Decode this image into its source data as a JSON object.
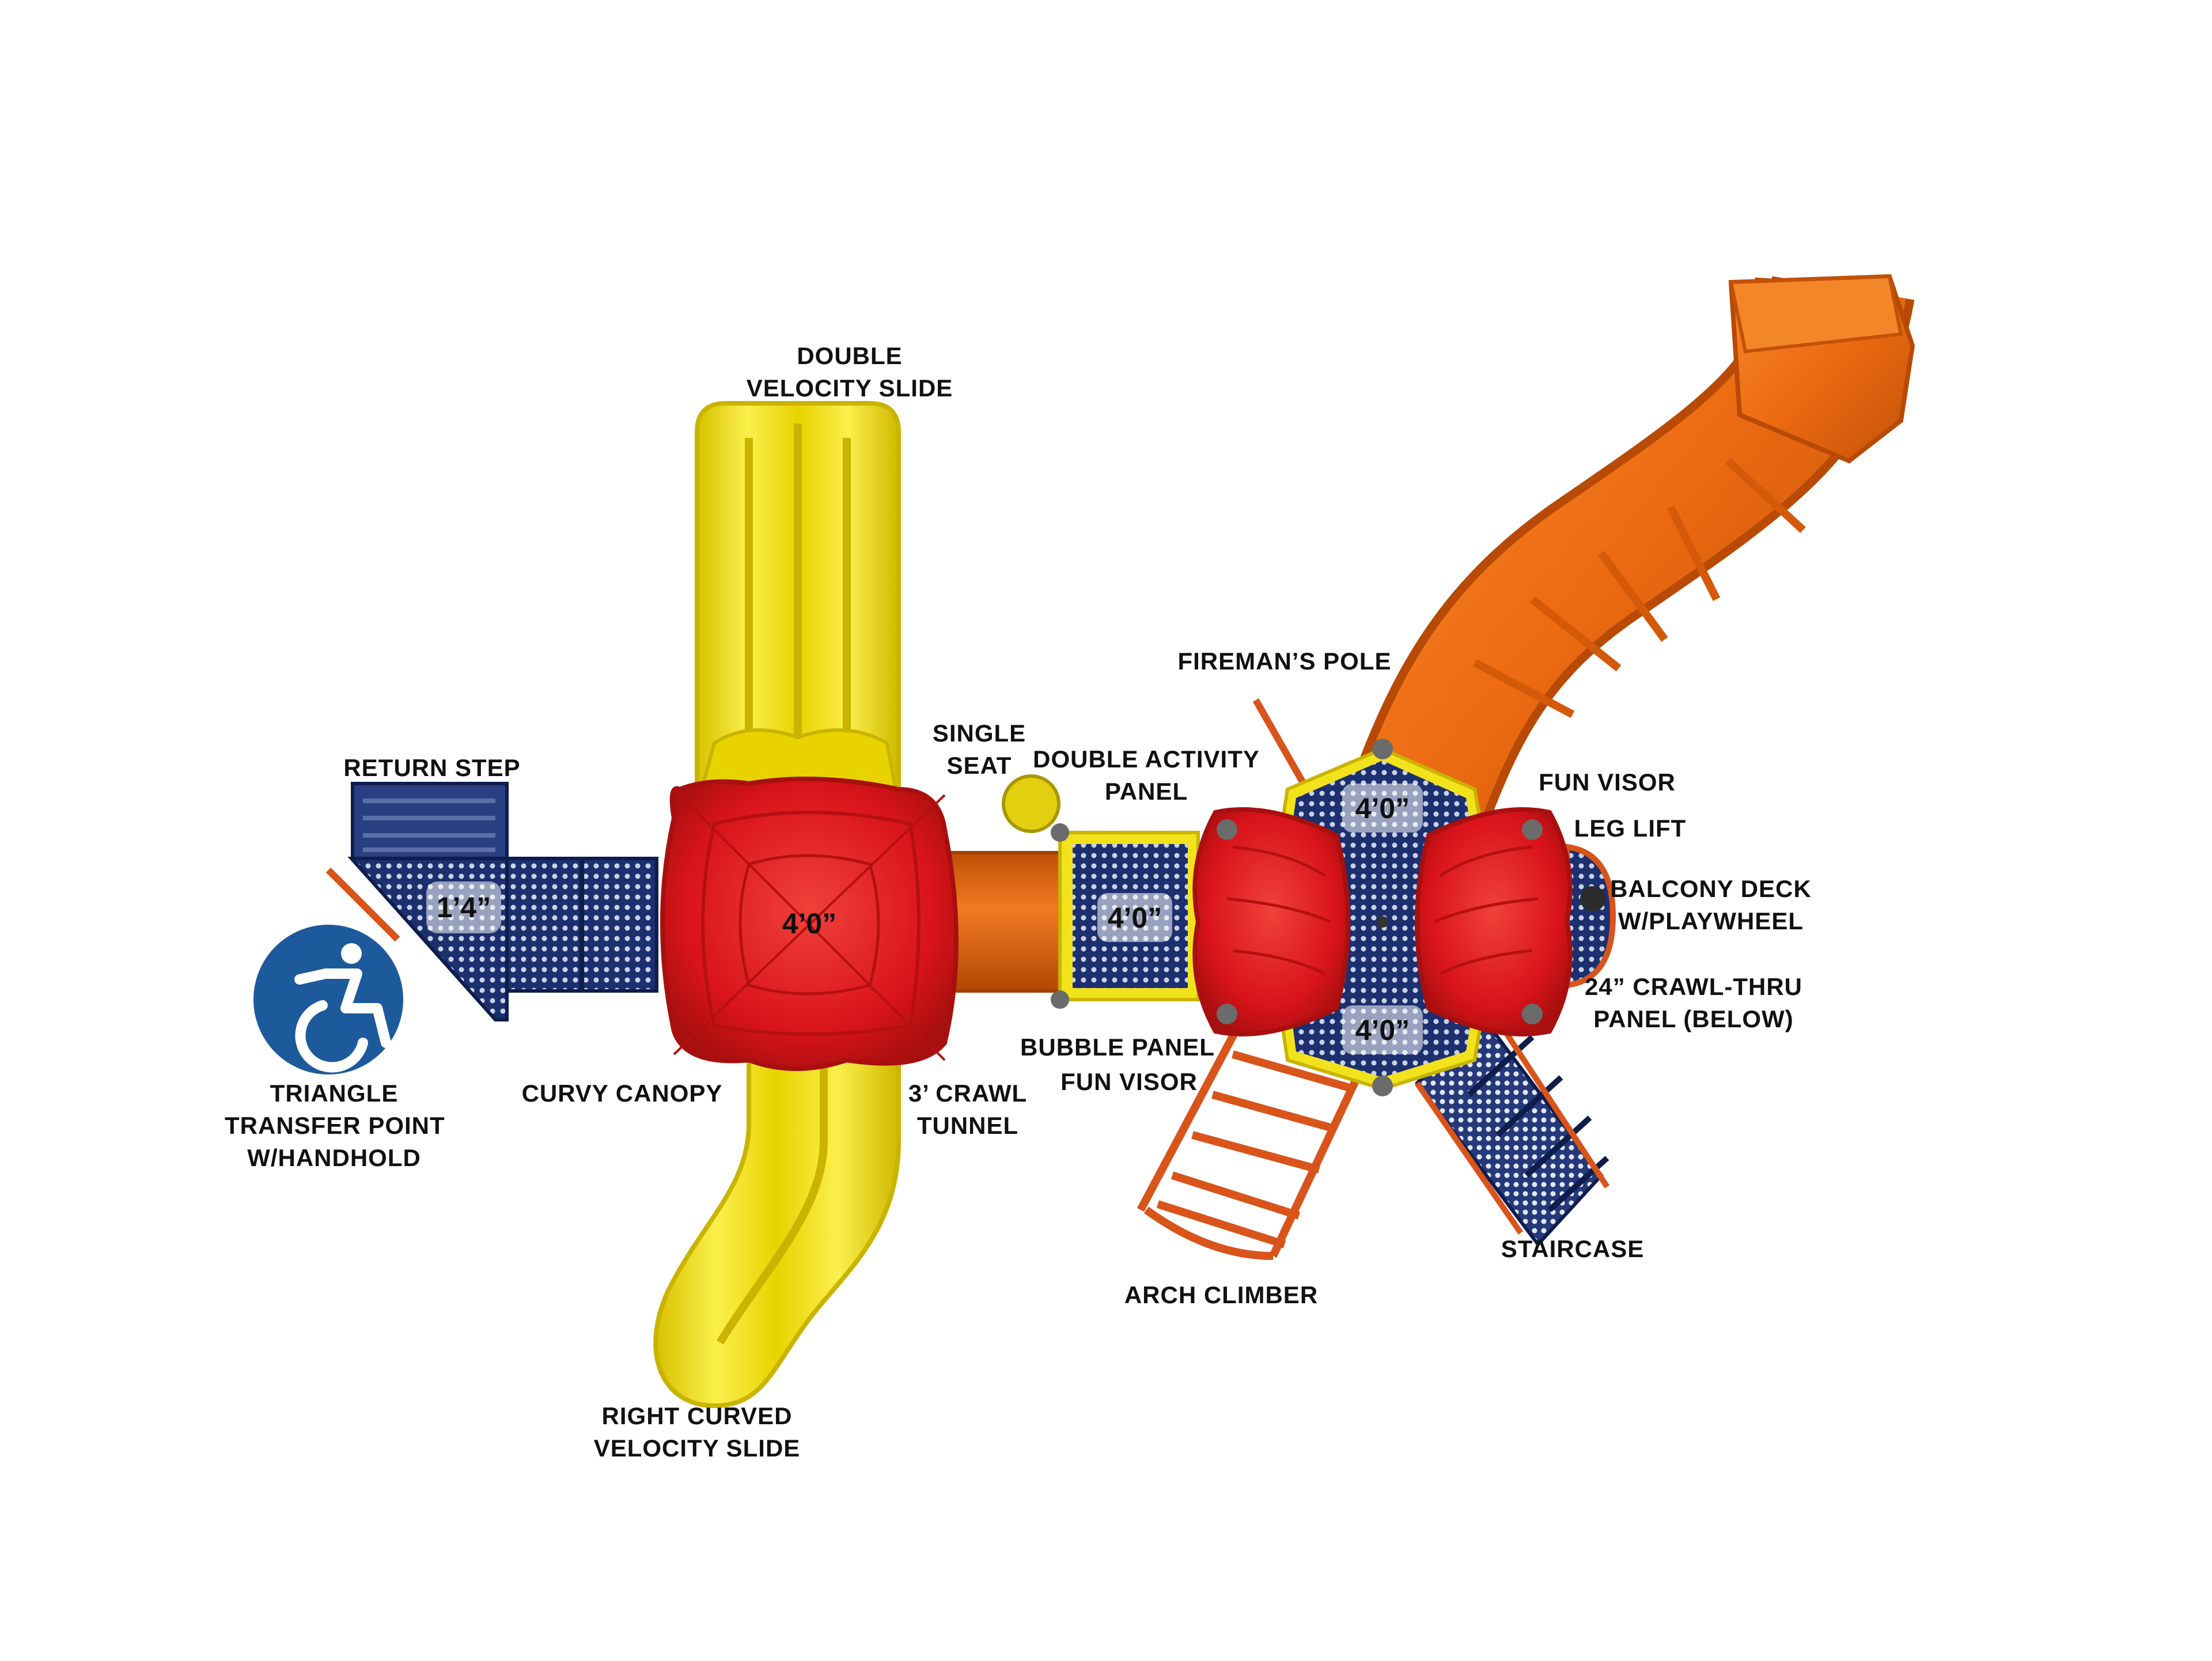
{
  "colors": {
    "red": "#e21b1b",
    "red_dark": "#a80f0f",
    "yellow": "#f2e21c",
    "yellow_dark": "#c9b400",
    "orange": "#ec6a12",
    "orange_dark": "#b84a05",
    "navy": "#1c2f6e",
    "accessibility_blue": "#1d5a9c",
    "text": "#111111"
  },
  "icons": {
    "accessibility": "wheelchair-accessible-icon"
  },
  "labels": {
    "double_velocity_slide": [
      "DOUBLE",
      "VELOCITY SLIDE"
    ],
    "firemans_pole": [
      "FIREMAN’S POLE"
    ],
    "single_seat": [
      "SINGLE",
      "SEAT"
    ],
    "double_activity_panel": [
      "DOUBLE ACTIVITY",
      "PANEL"
    ],
    "return_step": [
      "RETURN STEP"
    ],
    "fun_visor_top": [
      "FUN VISOR"
    ],
    "leg_lift": [
      "LEG LIFT"
    ],
    "balcony_deck": [
      "BALCONY DECK",
      "W/PLAYWHEEL"
    ],
    "crawl_thru_panel": [
      "24” CRAWL-THRU",
      "PANEL (BELOW)"
    ],
    "bubble_panel": [
      "BUBBLE PANEL"
    ],
    "fun_visor_bottom": [
      "FUN VISOR"
    ],
    "triangle_transfer": [
      "TRIANGLE",
      "TRANSFER POINT",
      "W/HANDHOLD"
    ],
    "curvy_canopy": [
      "CURVY CANOPY"
    ],
    "crawl_tunnel": [
      "3’ CRAWL",
      "TUNNEL"
    ],
    "staircase": [
      "STAIRCASE"
    ],
    "arch_climber": [
      "ARCH CLIMBER"
    ],
    "right_curved_slide": [
      "RIGHT CURVED",
      "VELOCITY SLIDE"
    ]
  },
  "deck_heights": {
    "transfer": "1’4”",
    "canopy_deck": "4’0”",
    "tunnel_deck": "4’0”",
    "hex_top": "4’0”",
    "hex_bottom": "4’0”"
  }
}
